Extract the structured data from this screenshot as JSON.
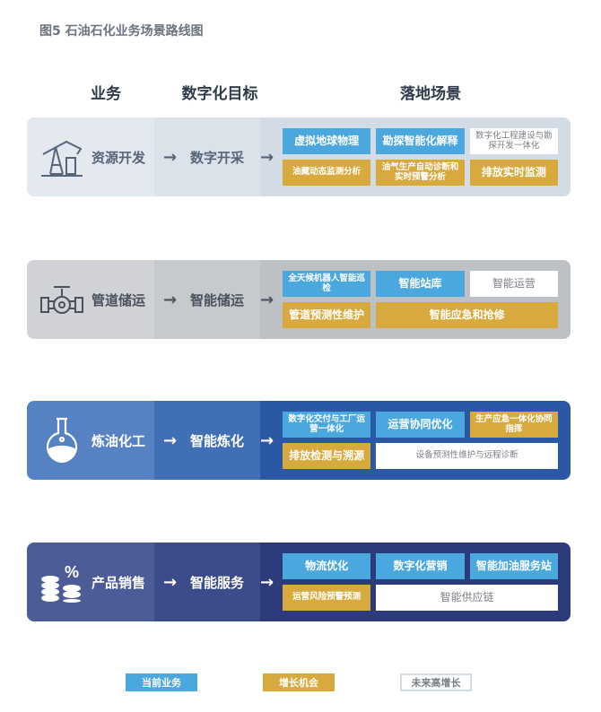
{
  "title": "图5 石油石化业务场景路线图",
  "headers": {
    "business": "业务",
    "goal": "数字化目标",
    "scenes": "落地场景"
  },
  "rows": [
    {
      "business": "资源开发",
      "goal": "数字开采",
      "icon": "oil-pump-icon",
      "tiles": [
        {
          "text": "虚拟地球物理",
          "type": "current"
        },
        {
          "text": "勘探智能化解释",
          "type": "current"
        },
        {
          "text": "数字化工程建设与勘探开发一体化",
          "type": "future"
        },
        {
          "text": "油藏动态监测分析",
          "type": "growth"
        },
        {
          "text": "油气生产自动诊断和实时预警分析",
          "type": "growth"
        },
        {
          "text": "排放实时监测",
          "type": "growth"
        }
      ]
    },
    {
      "business": "管道储运",
      "goal": "智能储运",
      "icon": "pipe-valve-icon",
      "tiles": [
        {
          "text": "全天候机器人智能巡检",
          "type": "current"
        },
        {
          "text": "智能站库",
          "type": "current"
        },
        {
          "text": "智能运营",
          "type": "future"
        },
        {
          "text": "管道预测性维护",
          "type": "growth"
        },
        {
          "text": "智能应急和抢修",
          "type": "growth"
        }
      ]
    },
    {
      "business": "炼油化工",
      "goal": "智能炼化",
      "icon": "flask-icon",
      "tiles": [
        {
          "text": "数字化交付与工厂运营一体化",
          "type": "current"
        },
        {
          "text": "运营协同优化",
          "type": "current"
        },
        {
          "text": "生产应急一体化协同指挥",
          "type": "growth"
        },
        {
          "text": "排放检测与溯源",
          "type": "growth"
        },
        {
          "text": "设备预测性维护与远程诊断",
          "type": "future"
        }
      ]
    },
    {
      "business": "产品销售",
      "goal": "智能服务",
      "icon": "coins-percent-icon",
      "tiles": [
        {
          "text": "物流优化",
          "type": "current"
        },
        {
          "text": "数字化营销",
          "type": "current"
        },
        {
          "text": "智能加油服务站",
          "type": "current"
        },
        {
          "text": "运营风险预警预测",
          "type": "growth"
        },
        {
          "text": "智能供应链",
          "type": "future"
        }
      ]
    }
  ],
  "arrow": "→",
  "legend": {
    "current": "当前业务",
    "growth": "增长机会",
    "future": "未来高增长"
  },
  "colors": {
    "current": "#4ba8df",
    "growth": "#d8a93c",
    "future": "#ffffff"
  }
}
